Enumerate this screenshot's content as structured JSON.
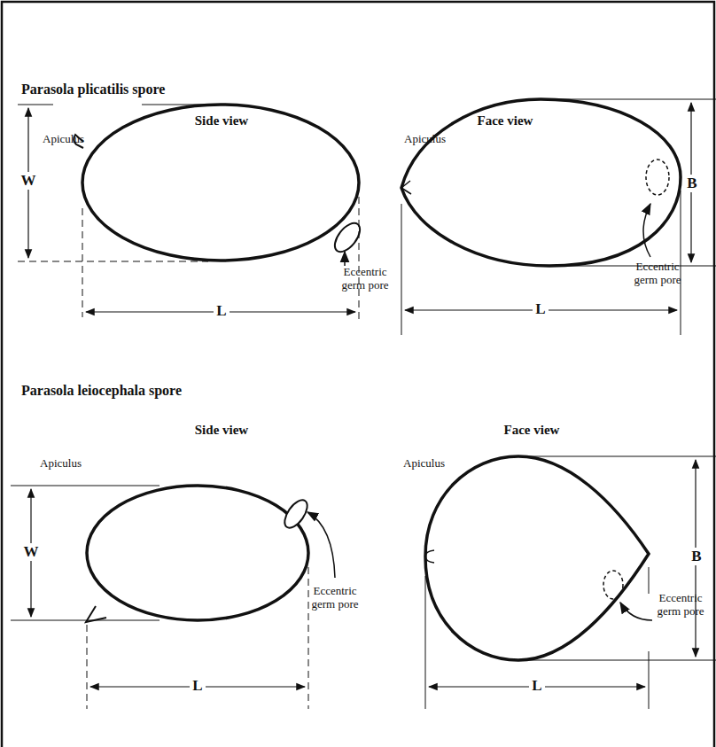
{
  "diagram": {
    "labels": [
      "Parasola plicatilis spore",
      "Side view",
      "Face view",
      "Apiculus",
      "W",
      "Eccentric germ pore",
      "L",
      "Apiculus",
      "B",
      "Eccentric germ pore",
      "L",
      "Parasola leiocephala spore",
      "Side view",
      "Face view",
      "Apiculus",
      "W",
      "Eccentric germ pore",
      "L",
      "Apiculus",
      "B",
      "Eccentric germ pore",
      "L"
    ]
  }
}
